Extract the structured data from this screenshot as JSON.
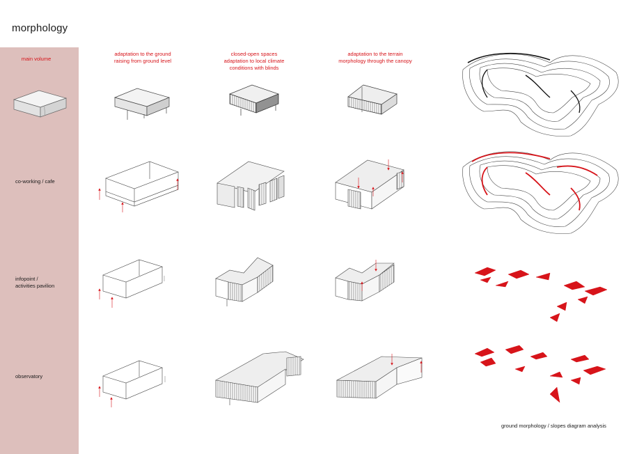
{
  "title": "morphology",
  "columns": [
    {
      "id": "main-volume",
      "header": "main volume"
    },
    {
      "id": "ground",
      "header": "adaptation to the ground\nraising from ground level"
    },
    {
      "id": "climate",
      "header": "closed-open spaces\nadaptation to local climate\nconditions with blinds"
    },
    {
      "id": "terrain",
      "header": "adaptation to the terrain\nmorphology through the canopy"
    }
  ],
  "rows": [
    {
      "id": "co-working",
      "label": "co-working / cafe"
    },
    {
      "id": "infopoint",
      "label": "infopoint /\nactivities pavilion"
    },
    {
      "id": "observatory",
      "label": "observatory"
    }
  ],
  "caption": "ground morphology / slopes diagram analysis",
  "colors": {
    "accent_red": "#d7141a",
    "side_band": "#ddbfbc",
    "line": "#333333",
    "panel_fill": "#e6e6e6"
  }
}
